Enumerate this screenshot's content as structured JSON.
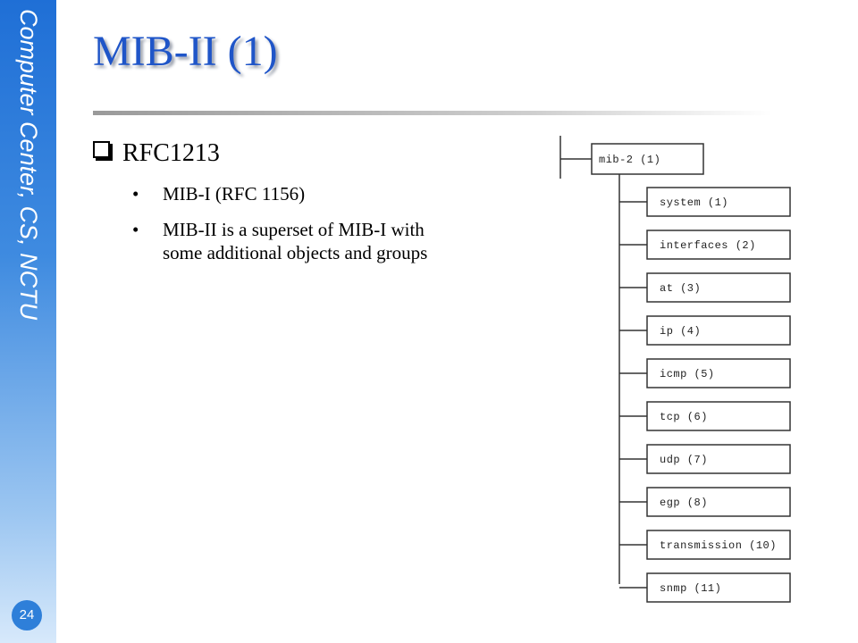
{
  "sidebar": {
    "text": "Computer Center, CS, NCTU",
    "page_number": "24"
  },
  "slide": {
    "title": "MIB-II (1)",
    "bullet": "RFC1213",
    "subbullets": [
      {
        "marker": "•",
        "lines": [
          "MIB-I (RFC 1156)"
        ]
      },
      {
        "marker": "•",
        "lines": [
          "MIB-II is a superset of MIB-I with",
          "some additional objects and groups"
        ]
      }
    ]
  },
  "diagram": {
    "root": "mib-2 (1)",
    "children": [
      "system (1)",
      "interfaces (2)",
      "at (3)",
      "ip (4)",
      "icmp (5)",
      "tcp (6)",
      "udp (7)",
      "egp (8)",
      "transmission (10)",
      "snmp (11)"
    ]
  }
}
